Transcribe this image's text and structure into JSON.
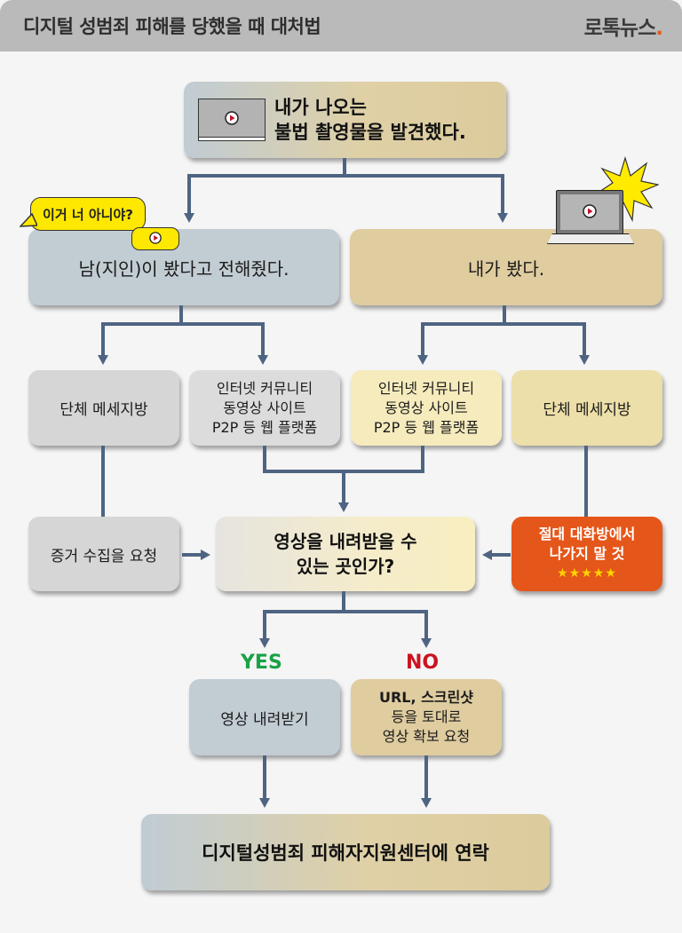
{
  "header": {
    "title": "디지털 성범죄 피해를 당했을 때 대처법",
    "brand": "로톡뉴스",
    "brand_dot": ".",
    "brand_dot_color": "#e65a1e"
  },
  "start": {
    "line1": "내가 나오는",
    "line2": "불법 촬영물을 발견했다.",
    "icon": "video-screen-icon"
  },
  "branch_left": {
    "label": "남(지인)이 봤다고 전해줬다.",
    "speech_bubble": "이거 너 아니야?"
  },
  "branch_right": {
    "label": "내가 봤다.",
    "icon": "laptop-video-icon"
  },
  "level3": {
    "left_chat": "단체 메세지방",
    "left_web": [
      "인터넷 커뮤니티",
      "동영상 사이트",
      "P2P 등 웹 플랫폼"
    ],
    "right_web": [
      "인터넷 커뮤니티",
      "동영상 사이트",
      "P2P 등 웹 플랫폼"
    ],
    "right_chat": "단체 메세지방"
  },
  "level4": {
    "evidence": "증거 수집을 요청",
    "question": [
      "영상을 내려받을 수",
      "있는 곳인가?"
    ],
    "warning": [
      "절대 대화방에서",
      "나가지 말 것"
    ],
    "warning_stars": "★★★★★"
  },
  "answers": {
    "yes": "YES",
    "no": "NO",
    "yes_color": "#19a247",
    "no_color": "#cc1220"
  },
  "level5": {
    "yes_action": "영상 내려받기",
    "no_action": [
      "URL, 스크린샷",
      "등을 토대로",
      "영상 확보 요청"
    ]
  },
  "final": {
    "label": "디지털성범죄 피해자지원센터에 연락"
  },
  "colors": {
    "connector": "#4e6482",
    "warning_bg": "#e5561a"
  }
}
